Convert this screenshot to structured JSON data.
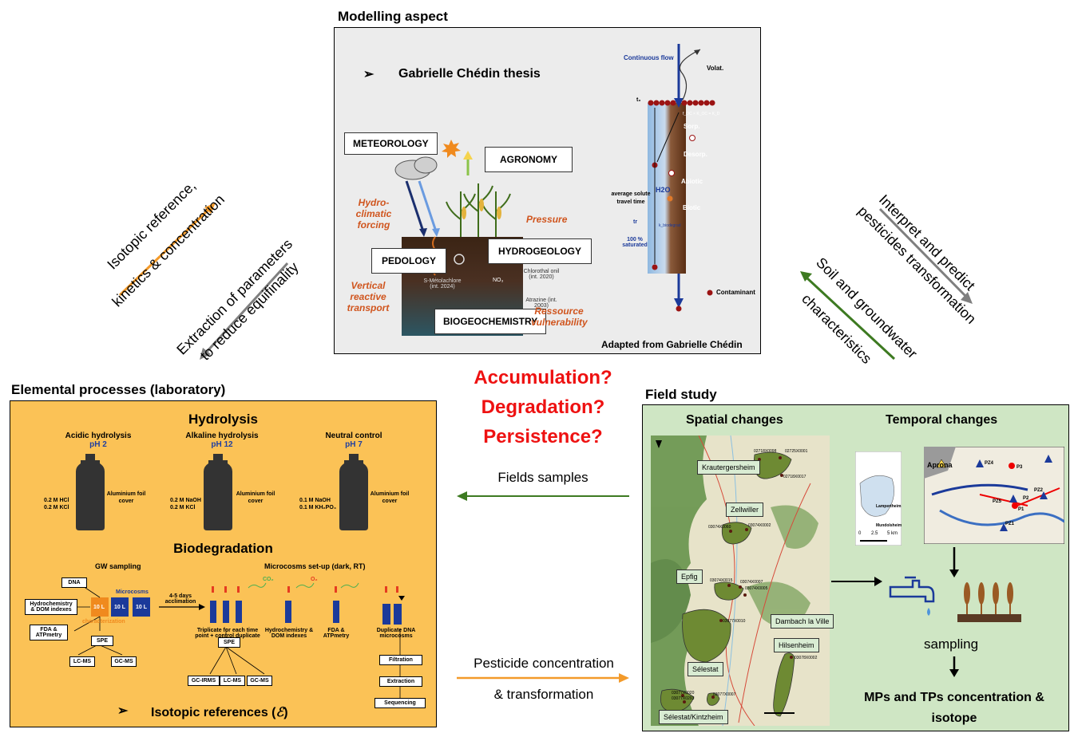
{
  "modelling": {
    "title": "Modelling aspect",
    "thesis": "Gabrielle Chédin thesis",
    "credit": "Adapted from Gabrielle Chédin",
    "labels": {
      "meteorology": "METEOROLOGY",
      "agronomy": "AGRONOMY",
      "pedology": "PEDOLOGY",
      "hydrogeology": "HYDROGEOLOGY",
      "biogeochemistry": "BIOGEOCHEMISTRY"
    },
    "drivers": {
      "hydro_climatic": "Hydro-climatic forcing",
      "pressure": "Pressure",
      "vertical": "Vertical reactive transport",
      "ressource": "Ressource vulnerability"
    },
    "soil_text": {
      "no3": "NO₃",
      "smetolachlore": "S-Métolachlore (int. 2024)",
      "chlorothal": "Chlorothal onil (int. 2020)",
      "atrazine": "Atrazine (int. 2003)"
    },
    "column": {
      "continuous_flow": "Continuous flow",
      "volat": "Volat.",
      "t0": "t₀",
      "foc": "f_OC × K_OC = K_D",
      "sorp": "Sorp.",
      "desorp": "Desorp.",
      "abiotic": "Abiotic",
      "h2o": "H2O",
      "biotic": "Biotic",
      "travel_time": "average solute travel time",
      "tr": "tr",
      "saturated": "100 % saturated",
      "contaminant": "Contaminant",
      "k_biodegrad": "k_biodegrad"
    }
  },
  "arrows_left": {
    "top_line1": "Isotopic reference,",
    "top_line2": "kinetics & concentration",
    "bottom_line1": "Extraction of parameters",
    "bottom_line2": "to reduce equifinality"
  },
  "arrows_right": {
    "top_line1": "Interpret and predict",
    "top_line2": "pesticides transformation",
    "bottom_line1": "Soil and groundwater",
    "bottom_line2": "characteristics"
  },
  "questions": [
    "Accumulation?",
    "Degradation?",
    "Persistence?"
  ],
  "center": {
    "fields_samples": "Fields samples",
    "pesticide_line1": "Pesticide concentration",
    "pesticide_line2": "& transformation"
  },
  "lab": {
    "title": "Elemental processes (laboratory)",
    "hydrolysis": "Hydrolysis",
    "bottles": [
      {
        "name": "Acidic hydrolysis",
        "ph": "pH 2",
        "reagent1": "0.2 M HCl",
        "reagent2": "0.2 M KCl",
        "cover": "Aluminium foil cover"
      },
      {
        "name": "Alkaline hydrolysis",
        "ph": "pH 12",
        "reagent1": "0.2 M NaOH",
        "reagent2": "0.2 M KCl",
        "cover": "Aluminium foil cover"
      },
      {
        "name": "Neutral control",
        "ph": "pH 7",
        "reagent1": "0.1 M NaOH",
        "reagent2": "0.1 M KH₂PO₄",
        "cover": "Aluminium foil cover"
      }
    ],
    "biodegradation": "Biodegradation",
    "gw_sampling": "GW sampling",
    "microcosms_setup": "Microcosms set-up (dark, RT)",
    "dna": "DNA",
    "hydrochem": "Hydrochemistry & DOM indexes",
    "fda": "FDA & ATPmetry",
    "spe": "SPE",
    "lcms": "LC-MS",
    "gcms": "GC-MS",
    "gcirms": "GC-IRMS",
    "ten_l": "10 L",
    "microcosms": "Microcosms",
    "characterization": "characterization",
    "acclimation": "4-5 days acclimation",
    "triplicate": "Triplicate for each time point + control duplicate",
    "hydrochem2": "Hydrochemistry & DOM indexes",
    "fda2": "FDA & ATPmetry",
    "duplicate_dna": "Duplicate DNA microcosms",
    "filtration": "Filtration",
    "extraction": "Extraction",
    "sequencing": "Sequencing",
    "co2": "CO₂",
    "o2": "O₂",
    "isotopic_refs": "Isotopic references (",
    "epsilon": "ℰ",
    "isotopic_close": ")"
  },
  "field": {
    "title": "Field study",
    "spatial": "Spatial changes",
    "temporal": "Temporal changes",
    "towns": [
      "Krautergersheim",
      "Zellwiller",
      "Epfig",
      "Dambach la Ville",
      "Hilsenheim",
      "Sélestat",
      "Sélestat/Kintzheim"
    ],
    "wells": [
      "02718X0098",
      "02725X0001",
      "02718X0017",
      "03074X0060",
      "03074X0002",
      "03074X0015",
      "03074X0007",
      "03074X0005",
      "03077X0010",
      "03078X0002",
      "03077X0020",
      "03077X0293",
      "03077X0007"
    ],
    "map_labels": {
      "aprona": "Aprona",
      "lamppertheim": "Lampertheim",
      "mundolsheim": "Mundolsheim",
      "scale0": "0",
      "scale1": "2.5",
      "scale2": "5 km",
      "pz4": "PZ4",
      "p3": "P3",
      "pz2": "PZ2",
      "p1": "P1",
      "pz1": "PZ1",
      "pz5": "PZ5",
      "p2": "P2"
    },
    "sampling": "sampling",
    "result_line1": "MPs and TPs concentration &",
    "result_line2": "isotope"
  },
  "colors": {
    "lab_bg": "#fbc256",
    "field_bg": "#cfe6c4",
    "model_bg": "#ececec",
    "orange_arrow": "#f39a2a",
    "grey_arrow": "#7f7f7f",
    "green_arrow": "#3d7a21",
    "question_red": "#ee1111"
  }
}
